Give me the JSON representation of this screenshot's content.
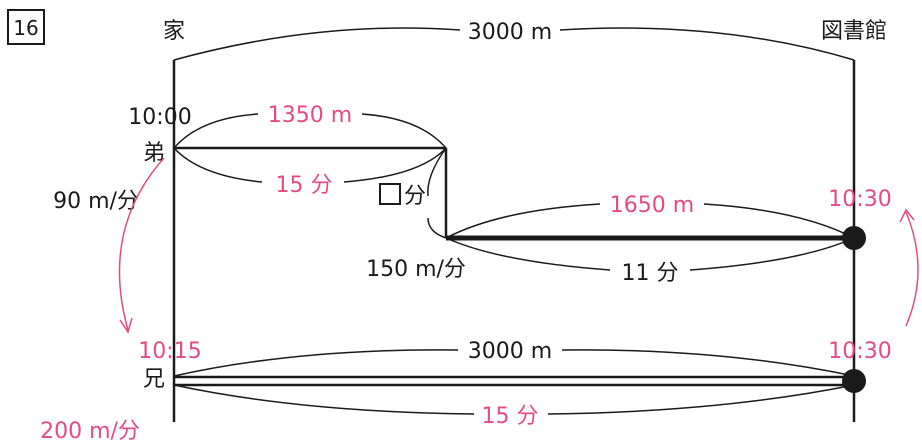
{
  "problem_number": "16",
  "labels": {
    "home": "家",
    "library": "図書館",
    "total_distance_top": "3000 m",
    "total_distance_bottom": "3000 m",
    "younger_brother": "弟",
    "older_brother": "兄",
    "start_time_younger": "10:00",
    "start_time_older": "10:15",
    "arrival_time_younger": "10:30",
    "arrival_time_older": "10:30",
    "walk_distance": "1350 m",
    "walk_time": "15 分",
    "rest_time_unknown": "□分",
    "run_distance": "1650 m",
    "run_time": "11 分",
    "walk_speed": "90 m/分",
    "run_speed": "150 m/分",
    "older_speed": "200 m/分",
    "older_time": "15 分"
  },
  "colors": {
    "ink": "#1a1a1a",
    "accent": "#e84a7f"
  }
}
